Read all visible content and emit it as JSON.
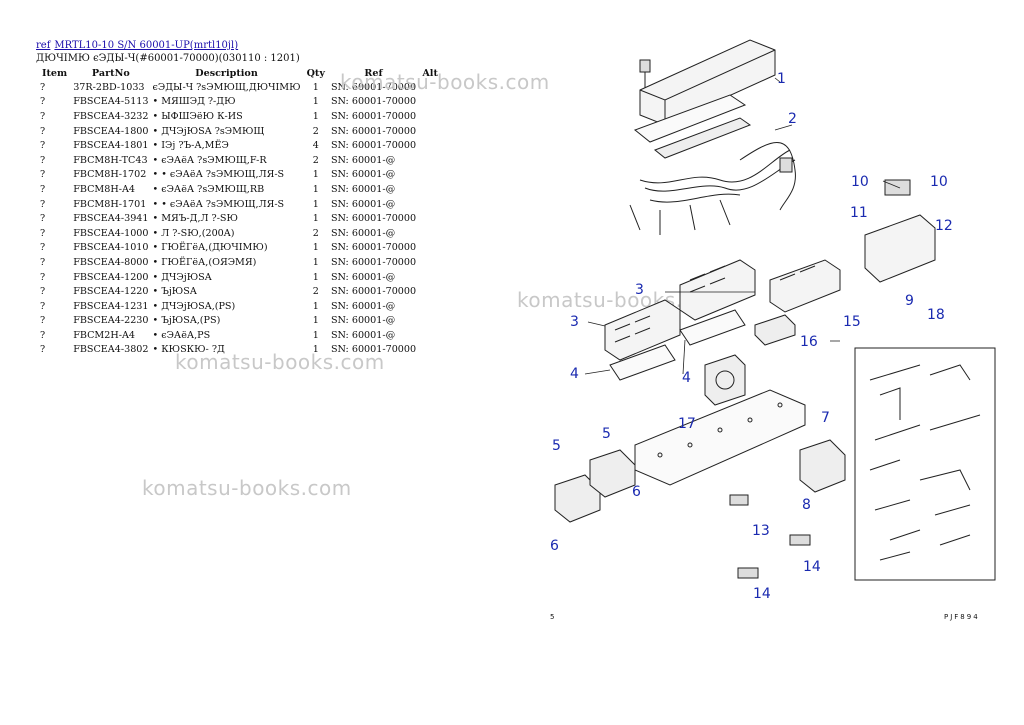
{
  "breadcrumb": {
    "ref_label": "ref",
    "model_link": "MRTL10-10 S/N 60001-UP(mrtl10jl)"
  },
  "section_title": "ДЮЧIМЮ єЭДЫ-Ч(#60001-70000)(030110 : 1201)",
  "table": {
    "headers": {
      "item": "Item",
      "part_no": "PartNo",
      "description": "Description",
      "qty": "Qty",
      "ref": "Ref",
      "alt": "Alt"
    },
    "rows": [
      {
        "item": "?",
        "part_no": "37R-2BD-1033",
        "description": "єЭДЫ-Ч ?sЭМЮЩ,ДЮЧIМЮ",
        "qty": "1",
        "ref": "SN: 60001-70000"
      },
      {
        "item": "?",
        "part_no": "FBSCEA4-5113",
        "description": "• МЯШЭД ?-ДЮ",
        "qty": "1",
        "ref": "SN: 60001-70000"
      },
      {
        "item": "?",
        "part_no": "FBSCEA4-3232",
        "description": "• ЫФШЭёЮ К-ИS",
        "qty": "1",
        "ref": "SN: 60001-70000"
      },
      {
        "item": "?",
        "part_no": "FBSCEA4-1800",
        "description": "• ДЧЭјЮSA ?sЭМЮЩ",
        "qty": "2",
        "ref": "SN: 60001-70000"
      },
      {
        "item": "?",
        "part_no": "FBSCEA4-1801",
        "description": "• IЭј ?Ъ-А,МЁЭ",
        "qty": "4",
        "ref": "SN: 60001-70000"
      },
      {
        "item": "?",
        "part_no": "FBCM8H-TC43",
        "description": "• єЭАёА ?sЭМЮЩ,F-R",
        "qty": "2",
        "ref": "SN: 60001-@"
      },
      {
        "item": "?",
        "part_no": "FBCM8H-1702",
        "description": "• • єЭАёА ?sЭМЮЩ,ЛЯ-S",
        "qty": "1",
        "ref": "SN: 60001-@"
      },
      {
        "item": "?",
        "part_no": "FBCM8H-A4",
        "description": "• єЭАёА ?sЭМЮЩ,RB",
        "qty": "1",
        "ref": "SN: 60001-@"
      },
      {
        "item": "?",
        "part_no": "FBCM8H-1701",
        "description": "• • єЭАёА ?sЭМЮЩ,ЛЯ-S",
        "qty": "1",
        "ref": "SN: 60001-@"
      },
      {
        "item": "?",
        "part_no": "FBSCEA4-3941",
        "description": "• МЯЪ-Д,Л ?-SЮ",
        "qty": "1",
        "ref": "SN: 60001-70000"
      },
      {
        "item": "?",
        "part_no": "FBSCEA4-1000",
        "description": "• Л ?-SЮ,(200A)",
        "qty": "2",
        "ref": "SN: 60001-@"
      },
      {
        "item": "?",
        "part_no": "FBSCEA4-1010",
        "description": "• ГЮЁГёА,(ДЮЧIМЮ)",
        "qty": "1",
        "ref": "SN: 60001-70000"
      },
      {
        "item": "?",
        "part_no": "FBSCEA4-8000",
        "description": "• ГЮЁГёА,(ОЯЭМЯ)",
        "qty": "1",
        "ref": "SN: 60001-70000"
      },
      {
        "item": "?",
        "part_no": "FBSCEA4-1200",
        "description": "• ДЧЭјЮSA",
        "qty": "1",
        "ref": "SN: 60001-@"
      },
      {
        "item": "?",
        "part_no": "FBSCEA4-1220",
        "description": "• ЪјЮSA",
        "qty": "2",
        "ref": "SN: 60001-70000"
      },
      {
        "item": "?",
        "part_no": "FBSCEA4-1231",
        "description": "• ДЧЭјЮSA,(PS)",
        "qty": "1",
        "ref": "SN: 60001-@"
      },
      {
        "item": "?",
        "part_no": "FBSCEA4-2230",
        "description": "• ЪјЮSA,(PS)",
        "qty": "1",
        "ref": "SN: 60001-@"
      },
      {
        "item": "?",
        "part_no": "FBCM2H-A4",
        "description": "• єЭАёА,PS",
        "qty": "1",
        "ref": "SN: 60001-@"
      },
      {
        "item": "?",
        "part_no": "FBSCEA4-3802",
        "description": "• КЮSКЮ- ?Д",
        "qty": "1",
        "ref": "SN: 60001-70000"
      }
    ]
  },
  "watermark": "komatsu-books.com",
  "diagram": {
    "callouts": [
      "1",
      "2",
      "3",
      "3",
      "4",
      "4",
      "5",
      "5",
      "6",
      "6",
      "7",
      "8",
      "9",
      "10",
      "10",
      "11",
      "12",
      "13",
      "14",
      "14",
      "15",
      "16",
      "17",
      "18"
    ],
    "page_number": "5",
    "page_code": "PJF894",
    "colors": {
      "callout": "#1a2ab0",
      "line": "#222222"
    }
  }
}
